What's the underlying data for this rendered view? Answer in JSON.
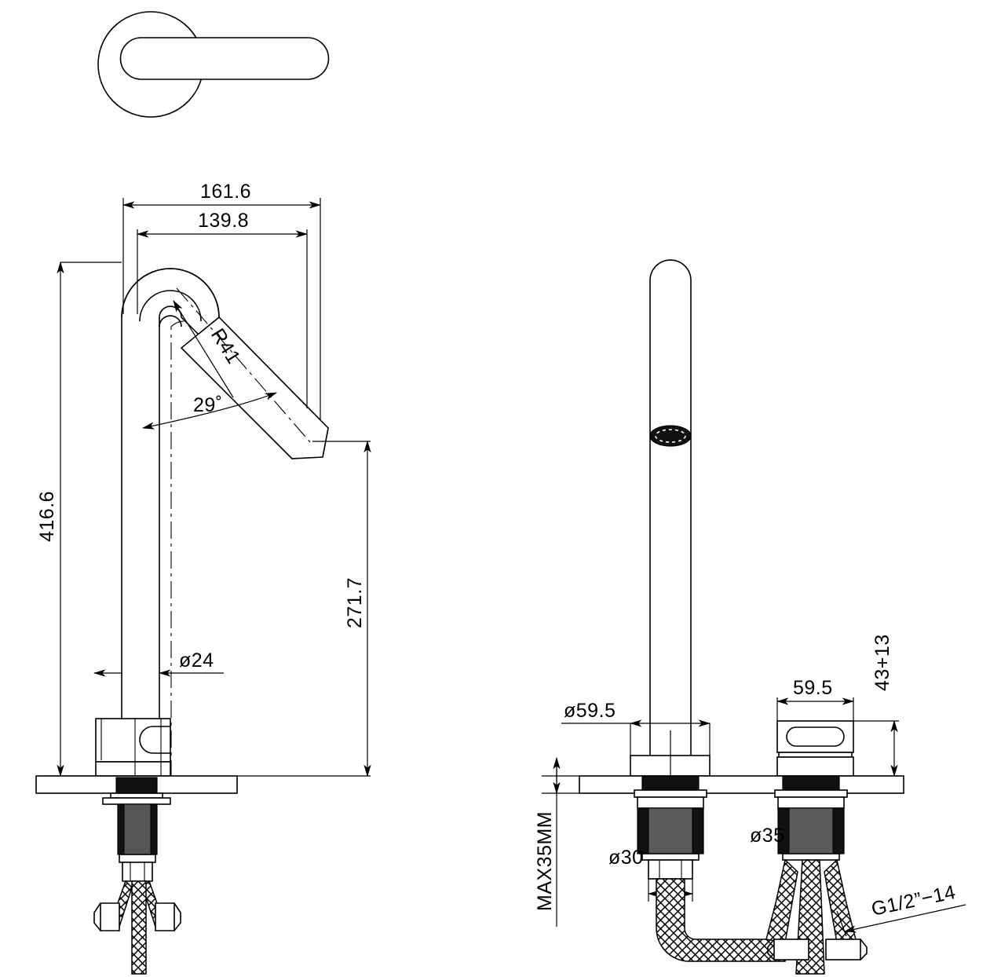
{
  "document": {
    "type": "engineering-drawing",
    "subject": "Basin mixer tap / faucet with lever handle",
    "units": "mm",
    "background_color": "#ffffff",
    "line_color": "#000000"
  },
  "views": {
    "handle_plan": {
      "name": "Lever handle top view",
      "description": "Rounded lever arm attached to circular rose"
    },
    "side_elevation": {
      "name": "Side elevation of faucet",
      "description": "Tall gooseneck spout with angled outlet, valve body, deck plate and braided supply hose"
    },
    "front_elevation": {
      "name": "Front elevation of faucet",
      "description": "Straight spout column with aerator detail, separate handle block, deck plate and two braided supply hoses"
    }
  },
  "dimensions": {
    "overall_reach": "161.6",
    "spout_reach": "139.8",
    "overall_height": "416.6",
    "spout_outlet_height": "271.7",
    "column_diameter": "ø24",
    "spout_radius": "R41",
    "outlet_angle": "29˚",
    "base_diameter_spout": "ø59.5",
    "handle_width": "59.5",
    "handle_height": "43+13",
    "max_deck_thickness": "MAX35MM",
    "hose_thread_spout": "ø30",
    "hose_thread_handle": "ø35",
    "inlet_thread": "G1/2”−14"
  },
  "annotations": [
    {
      "id": "d-161-6",
      "label": "161.6",
      "kind": "linear-horizontal"
    },
    {
      "id": "d-139-8",
      "label": "139.8",
      "kind": "linear-horizontal"
    },
    {
      "id": "d-416-6",
      "label": "416.6",
      "kind": "linear-vertical"
    },
    {
      "id": "d-271-7",
      "label": "271.7",
      "kind": "linear-vertical"
    },
    {
      "id": "d-24",
      "label": "ø24",
      "kind": "diameter"
    },
    {
      "id": "d-r41",
      "label": "R41",
      "kind": "radius"
    },
    {
      "id": "d-29deg",
      "label": "29˚",
      "kind": "angular"
    },
    {
      "id": "d-59-5-dia",
      "label": "ø59.5",
      "kind": "diameter"
    },
    {
      "id": "d-59-5",
      "label": "59.5",
      "kind": "linear-horizontal"
    },
    {
      "id": "d-43-13",
      "label": "43+13",
      "kind": "linear-vertical"
    },
    {
      "id": "d-max35",
      "label": "MAX35MM",
      "kind": "note-vertical"
    },
    {
      "id": "d-30",
      "label": "ø30",
      "kind": "diameter"
    },
    {
      "id": "d-35",
      "label": "ø35",
      "kind": "diameter"
    },
    {
      "id": "d-g12",
      "label": "G1/2”−14",
      "kind": "thread-callout"
    }
  ]
}
